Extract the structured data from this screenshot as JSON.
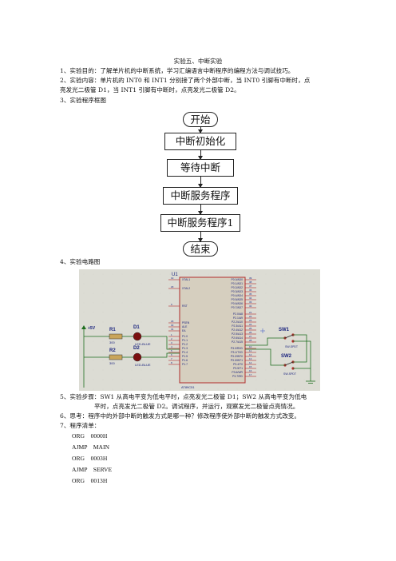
{
  "document": {
    "title": "实验五、中断实验",
    "lines": {
      "p1": "1、实验目的：了解单片机的中断系统，学习汇编语言中断程序的编程方法与调试技巧。",
      "p2a": "2、实验内容：单片机的 INT0 和 INT1 分别接了两个外部中断，当 INT0 引脚有中断时，点",
      "p2b": "亮发光二极管 D1，当 INT1 引脚有中断时，点亮发光二极管 D2。",
      "p3": "3、实验程序框图",
      "p4": "4、实验电路图",
      "p5a": "5、实验步骤：SW1 从高电平变为低电平时，点亮发光二极管 D1；SW2 从高电平变为低电",
      "p5b": "平时，点亮发光二极管 D2。调试程序，并运行，观察发光二极管点亮情况。",
      "p6": "6、思考：程序中的外部中断的触发方式是哪一种？修改程序使外部中断的触发方式改变。",
      "p7": "7、程序清单："
    },
    "code": [
      "ORG    0000H",
      "AJMP    MAIN",
      "ORG    0003H",
      "AJMP    SERVE",
      "ORG    0013H"
    ]
  },
  "flowchart": {
    "start": "开始",
    "init": "中断初始化",
    "wait": "等待中断",
    "isr": "中断服务程序",
    "isr1": "中断服务程序1",
    "end": "结束"
  },
  "circuit": {
    "chip_ref": "U1",
    "chip_part": "AT89C51",
    "left_pins": [
      "XTAL1",
      "XTAL2",
      "RST",
      "PSEN",
      "ALE",
      "EA",
      "P1.0",
      "P1.1",
      "P1.2",
      "P1.3",
      "P1.4",
      "P1.5",
      "P1.6",
      "P1.7"
    ],
    "left_pin_numbers": [
      "19",
      "18",
      "9",
      "29",
      "30",
      "31",
      "1",
      "2",
      "3",
      "4",
      "5",
      "6",
      "7",
      "8"
    ],
    "right_pins": [
      "P0.0/AD0",
      "P0.1/AD1",
      "P0.2/AD2",
      "P0.3/AD3",
      "P0.4/AD4",
      "P0.5/AD5",
      "P0.6/AD6",
      "P0.7/AD7",
      "P2.0/A8",
      "P2.1/A9",
      "P2.2/A10",
      "P2.3/A11",
      "P2.4/A12",
      "P2.5/A13",
      "P2.6/A14",
      "P2.7/A15",
      "P3.0/RXD",
      "P3.1/TXD",
      "P3.2/INT0",
      "P3.3/INT1",
      "P3.4/T0",
      "P3.5/T1",
      "P3.6/WR",
      "P3.7/RD"
    ],
    "right_pin_numbers": [
      "39",
      "38",
      "37",
      "36",
      "35",
      "34",
      "33",
      "32",
      "21",
      "22",
      "23",
      "24",
      "25",
      "26",
      "27",
      "28",
      "10",
      "11",
      "12",
      "13",
      "14",
      "15",
      "16",
      "17"
    ],
    "power": "+5V",
    "r1": "R1",
    "r1_value": "300",
    "r2": "R2",
    "r2_value": "300",
    "d1": "D1",
    "d1_part": "LED-BLUE",
    "d2": "D2",
    "d2_part": "LED-BLUE",
    "sw1": "SW1",
    "sw1_part": "SW-SPDT",
    "sw2": "SW2",
    "sw2_part": "SW-SPDT",
    "colors": {
      "background": "#dcdcd4",
      "chip_border": "#b12b2b",
      "wire": "#1e6e1e",
      "text": "#1a237e",
      "led": "#7a1010"
    }
  }
}
